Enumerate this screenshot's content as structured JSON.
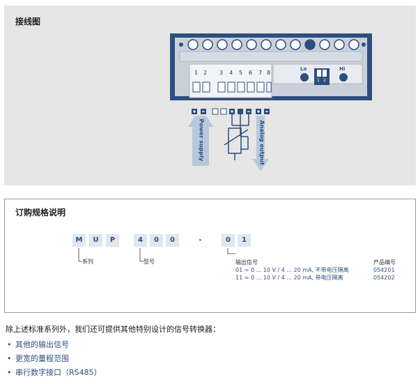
{
  "wiring": {
    "title": "接线图",
    "terminals": [
      "1",
      "2",
      "3",
      "4",
      "5",
      "6",
      "7",
      "8"
    ],
    "lo_label": "Lo",
    "hi_label": "Hi",
    "dip_labels": [
      "1",
      "2"
    ],
    "power_supply": "Power supply",
    "analog_output": "Analog output",
    "colors": {
      "accent": "#2b4f7e",
      "arrow": "#b8c8dc"
    }
  },
  "order": {
    "title": "订购规格说明",
    "code_chars": [
      "M",
      "U",
      "P",
      "4",
      "0",
      "0",
      "-",
      "0",
      "1"
    ],
    "series_label": "系列",
    "model_label": "型号",
    "output_header": "输出信号",
    "product_header": "产品编号",
    "rows": [
      {
        "output": "01 = 0 ... 10 V / 4 ... 20 mA, 不带电压隔离",
        "number": "054201"
      },
      {
        "output": "11 = 0 ... 10 V / 4 ... 20 mA, 带电压隔离",
        "number": "054202"
      }
    ]
  },
  "footer": {
    "intro": "除上述标准系列外，我们还可提供其他特别设计的信号转换器：",
    "bullets": [
      "其他的输出信号",
      "更宽的量程范围",
      "串行数字接口（RS485）"
    ]
  }
}
